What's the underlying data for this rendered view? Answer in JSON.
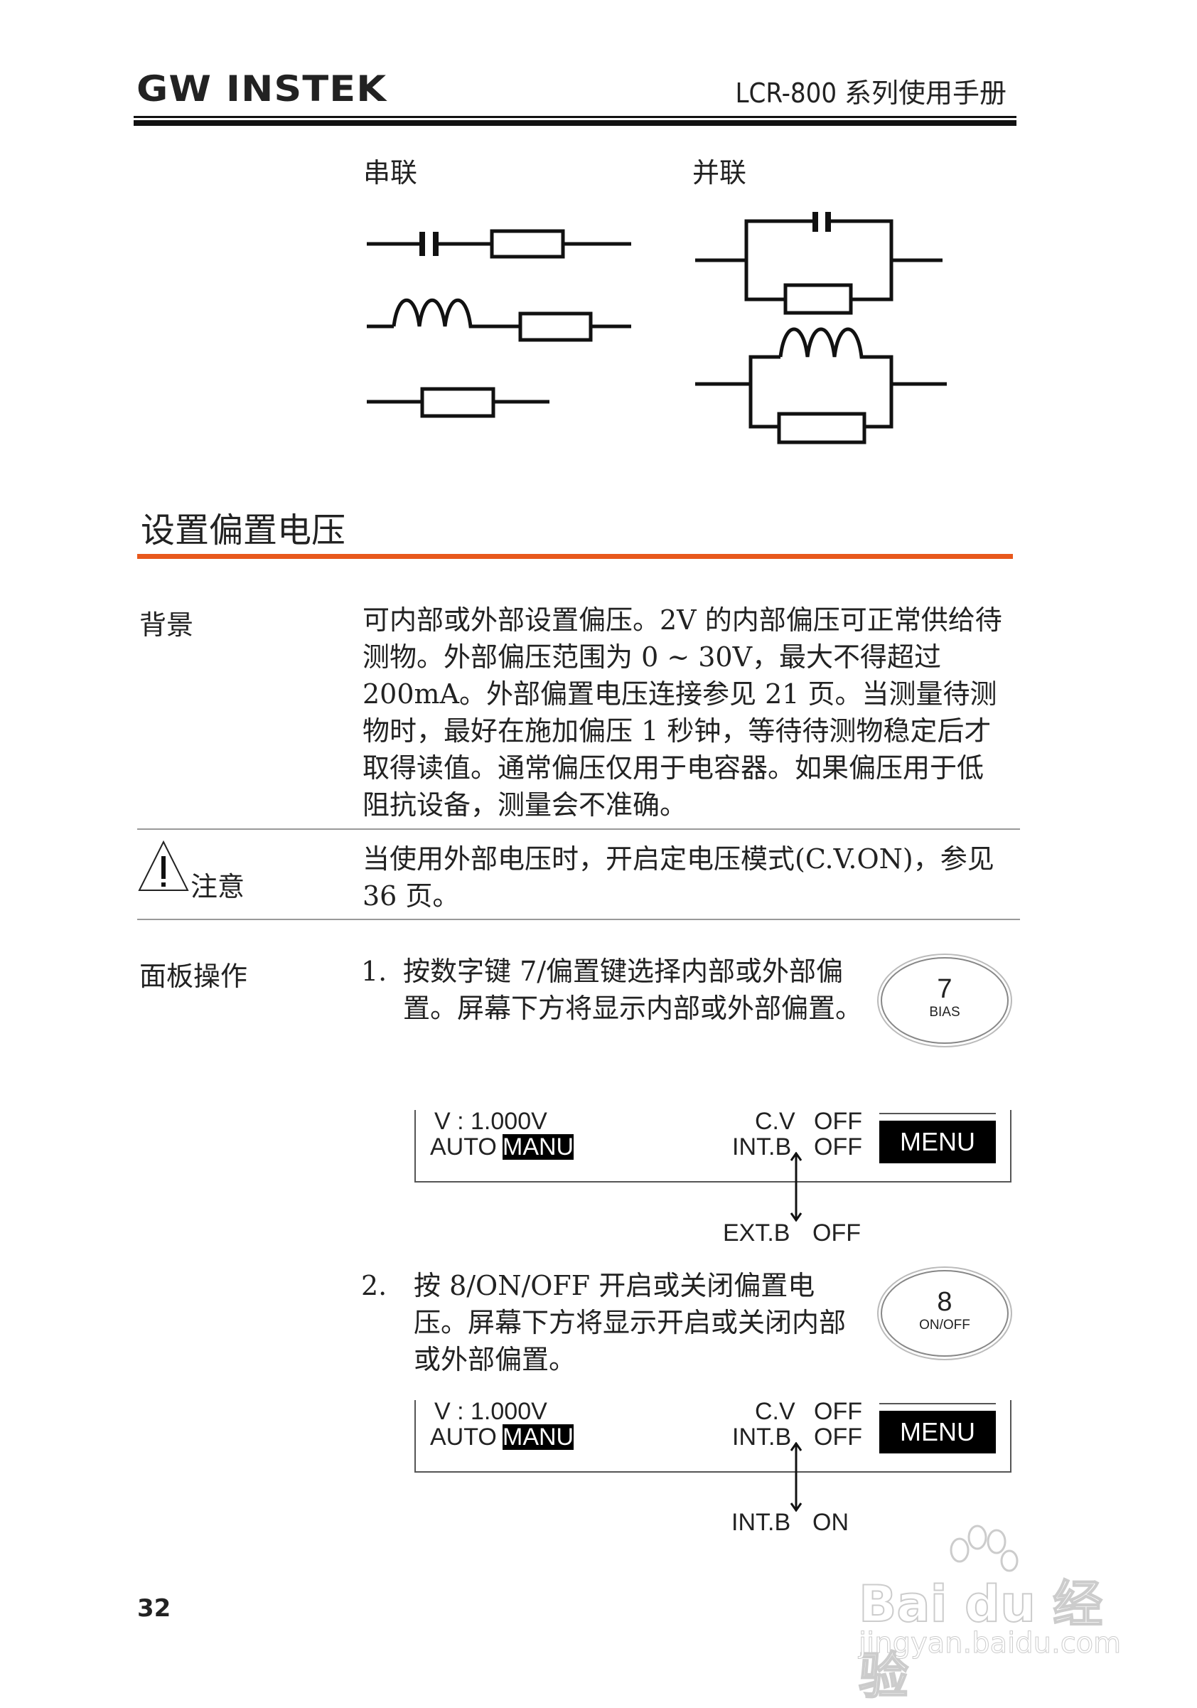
{
  "header": {
    "logo": "GW INSTEK",
    "title": "LCR-800 系列使用手册"
  },
  "diagram": {
    "series_label": "串联",
    "parallel_label": "并联"
  },
  "section": {
    "title": "设置偏置电压",
    "accent_color": "#e8581c"
  },
  "background": {
    "label": "背景",
    "text": "可内部或外部设置偏压。2V 的内部偏压可正常供给待测物。外部偏压范围为 0 ~ 30V，最大不得超过200mA。外部偏置电压连接参见 21 页。当测量待测物时，最好在施加偏压 1 秒钟，等待待测物稳定后才取得读值。通常偏压仅用于电容器。如果偏压用于低阻抗设备，测量会不准确。"
  },
  "note": {
    "label": "注意",
    "icon": "warning-triangle-icon",
    "text": "当使用外部电压时，开启定电压模式(C.V.ON)，参见 36 页。"
  },
  "panel": {
    "label": "面板操作",
    "steps": [
      {
        "num": "1.",
        "text": "按数字键 7/偏置键选择内部或外部偏置。屏幕下方将显示内部或外部偏置。",
        "key_main": "7",
        "key_sub": "BIAS",
        "lcd": {
          "voltage": "V : 1.000V",
          "auto": "AUTO",
          "manu": "MANU",
          "cv": "C.V",
          "cv_state": "OFF",
          "bias": "INT.B",
          "bias_state": "OFF",
          "menu": "MENU"
        },
        "result": {
          "label": "EXT.B",
          "state": "OFF"
        }
      },
      {
        "num": "2.",
        "text": "按 8/ON/OFF  开启或关闭偏置电压。屏幕下方将显示开启或关闭内部或外部偏置。",
        "key_main": "8",
        "key_sub": "ON/OFF",
        "lcd": {
          "voltage": "V : 1.000V",
          "auto": "AUTO",
          "manu": "MANU",
          "cv": "C.V",
          "cv_state": "OFF",
          "bias": "INT.B",
          "bias_state": "OFF",
          "menu": "MENU"
        },
        "result": {
          "label": "INT.B",
          "state": "ON"
        }
      }
    ]
  },
  "footer": {
    "page_number": "32"
  },
  "watermark": {
    "brand": "Bai du 经验",
    "url": "jingyan.baidu.com"
  }
}
